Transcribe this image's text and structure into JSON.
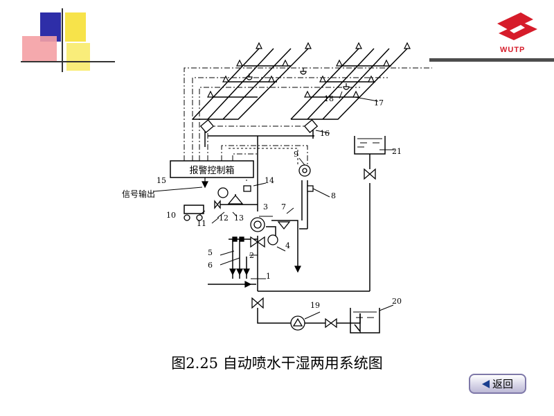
{
  "logo": {
    "text": "WUTP",
    "brand_color": "#d61c2a"
  },
  "decoration_colors": {
    "blue": "#2e2ea8",
    "red": "#f4a0a4",
    "yellow": "#f7e34a"
  },
  "diagram": {
    "alarm_box_label": "报警控制箱",
    "signal_output_label": "信号输出",
    "callouts": [
      "1",
      "2",
      "3",
      "4",
      "5",
      "6",
      "7",
      "8",
      "9",
      "10",
      "11",
      "12",
      "13",
      "14",
      "15",
      "16",
      "17",
      "18",
      "19",
      "20",
      "21"
    ]
  },
  "caption": "图2.25  自动喷水干湿两用系统图",
  "back_button": {
    "label": "返回",
    "icon": "back-arrow-icon"
  }
}
